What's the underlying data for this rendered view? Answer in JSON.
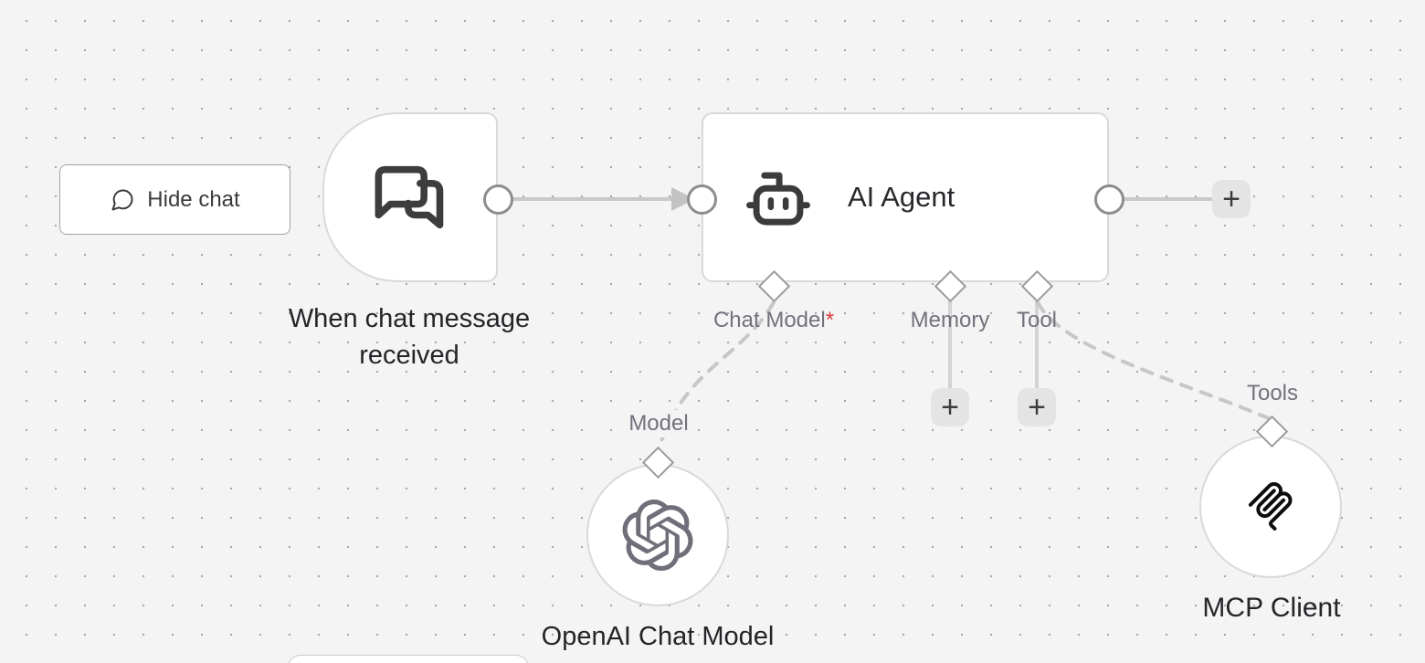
{
  "canvas": {
    "background": "#f4f4f4",
    "dot_color": "#a8a8a8"
  },
  "chat_toggle": {
    "label": "Hide chat",
    "icon": "speech-bubble-icon"
  },
  "trigger_node": {
    "name": "When chat message received",
    "icon": "chat-messages-icon"
  },
  "agent_node": {
    "title": "AI Agent",
    "icon": "robot-icon",
    "ports": [
      {
        "label": "Chat Model",
        "required_mark": "*"
      },
      {
        "label": "Memory"
      },
      {
        "label": "Tool"
      }
    ]
  },
  "openai_node": {
    "port_label": "Model",
    "name": "OpenAI Chat Model",
    "icon": "openai-logo"
  },
  "mcp_node": {
    "port_label": "Tools",
    "name": "MCP Client",
    "icon": "mcp-logo"
  },
  "add_buttons": {
    "plus_label": "+"
  },
  "colors": {
    "connection": "#c9c9c9",
    "dashed_connection": "#c7c7c7",
    "node_border": "#d9d9d9",
    "endpoint_stroke": "#8d8d8d",
    "diamond_stroke": "#9b9b9b",
    "required_asterisk": "#d63b3b",
    "text_dark": "#242429",
    "text_gray": "#72727c",
    "plus_background": "#e4e4e4"
  }
}
